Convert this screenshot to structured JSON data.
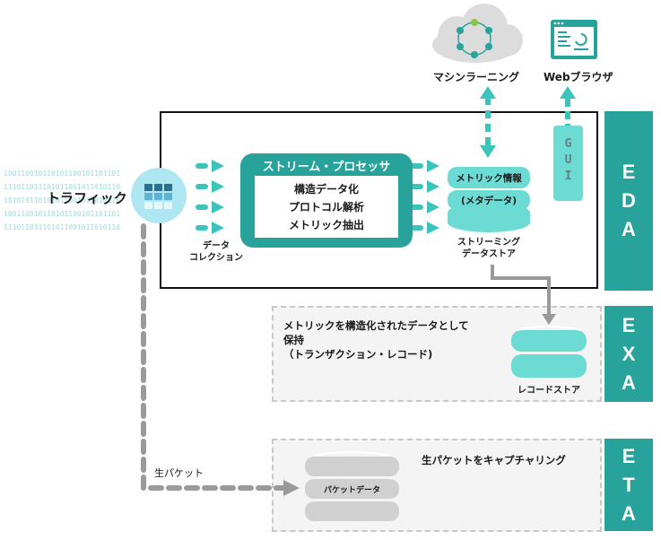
{
  "top": {
    "ml_label": "マシンラーニング",
    "browser_label": "Webブラウザ"
  },
  "traffic": {
    "label": "トラフィック",
    "binary_lines": [
      "100110010110101100101101101",
      "111011011101011001011010110",
      "101010110101011001011010110",
      "100110010110101100101101101",
      "111011011101011001011010110"
    ]
  },
  "collection": {
    "label_line1": "データ",
    "label_line2": "コレクション"
  },
  "stream_processor": {
    "title": "ストリーム・プロセッサ",
    "items": [
      "構造データ化",
      "プロトコル解析",
      "メトリック抽出"
    ]
  },
  "streaming_store": {
    "disk_line1": "メトリック情報",
    "disk_line2": "(メタデータ)",
    "label_line1": "ストリーミング",
    "label_line2": "データストア"
  },
  "gui": {
    "letters": [
      "G",
      "U",
      "I"
    ]
  },
  "exa_zone": {
    "line1": "メトリックを構造化されたデータとして",
    "line2": "保持",
    "line3": "（トランザクション・レコード)",
    "store_label": "レコードストア"
  },
  "eta_zone": {
    "title": "生パケットをキャプチャリング",
    "disk_label": "パケットデータ",
    "raw_packet_label": "生パケット"
  },
  "side_labels": [
    {
      "letters": [
        "E",
        "D",
        "A"
      ]
    },
    {
      "letters": [
        "E",
        "X",
        "A"
      ]
    },
    {
      "letters": [
        "E",
        "T",
        "A"
      ]
    }
  ],
  "colors": {
    "teal_dark": "#27a39b",
    "teal_light": "#6bdbd4",
    "arrow_teal": "#3cc4bc",
    "gray": "#9a9a9a",
    "circle": "#aee6f2"
  }
}
